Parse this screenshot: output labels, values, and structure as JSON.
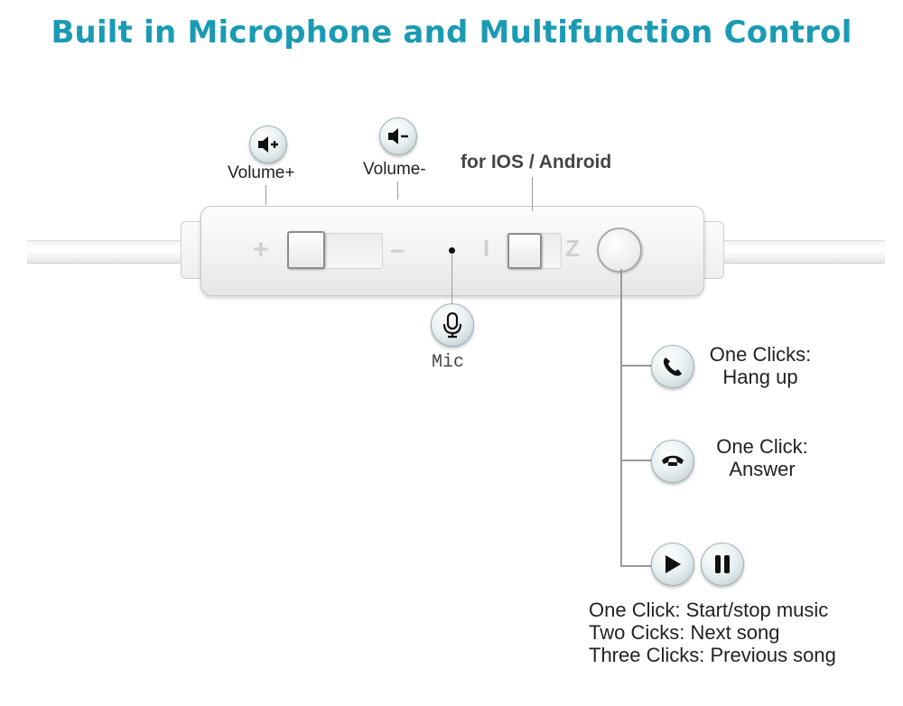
{
  "title": "Built in Microphone and Multifunction Control",
  "labels": {
    "volume_up": "Volume+",
    "volume_down": "Volume-",
    "platform": "for IOS / Android",
    "mic": "Mic"
  },
  "actions": [
    {
      "icon": "phone-hang-up-icon",
      "lines": [
        "One Clicks:",
        "Hang up"
      ]
    },
    {
      "icon": "phone-answer-icon",
      "lines": [
        "One Click:",
        "Answer"
      ]
    }
  ],
  "music": {
    "icons": [
      "play-icon",
      "pause-icon"
    ],
    "lines": [
      "One Click: Start/stop music",
      "Two Cicks: Next song",
      "Three Clicks: Previous song"
    ]
  },
  "colors": {
    "title": "#1a9bb4",
    "accent_icon": "#111111"
  }
}
